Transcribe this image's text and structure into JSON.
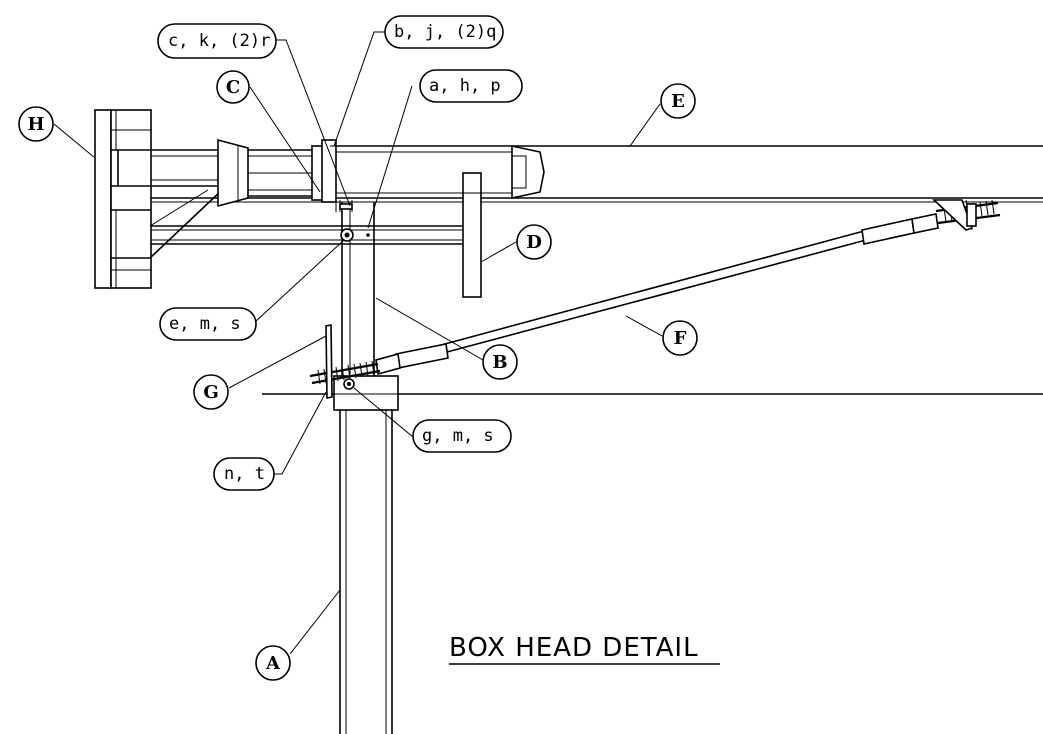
{
  "title": "BOX HEAD DETAIL",
  "circle_labels": {
    "A": "A",
    "B": "B",
    "C": "C",
    "D": "D",
    "E": "E",
    "F": "F",
    "G": "G",
    "H": "H"
  },
  "callouts": {
    "ckr": "c, k, (2)r",
    "bjq": "b, j, (2)q",
    "ahp": "a, h, p",
    "ems": "e, m, s",
    "gms": "g, m, s",
    "nt": "n, t"
  }
}
